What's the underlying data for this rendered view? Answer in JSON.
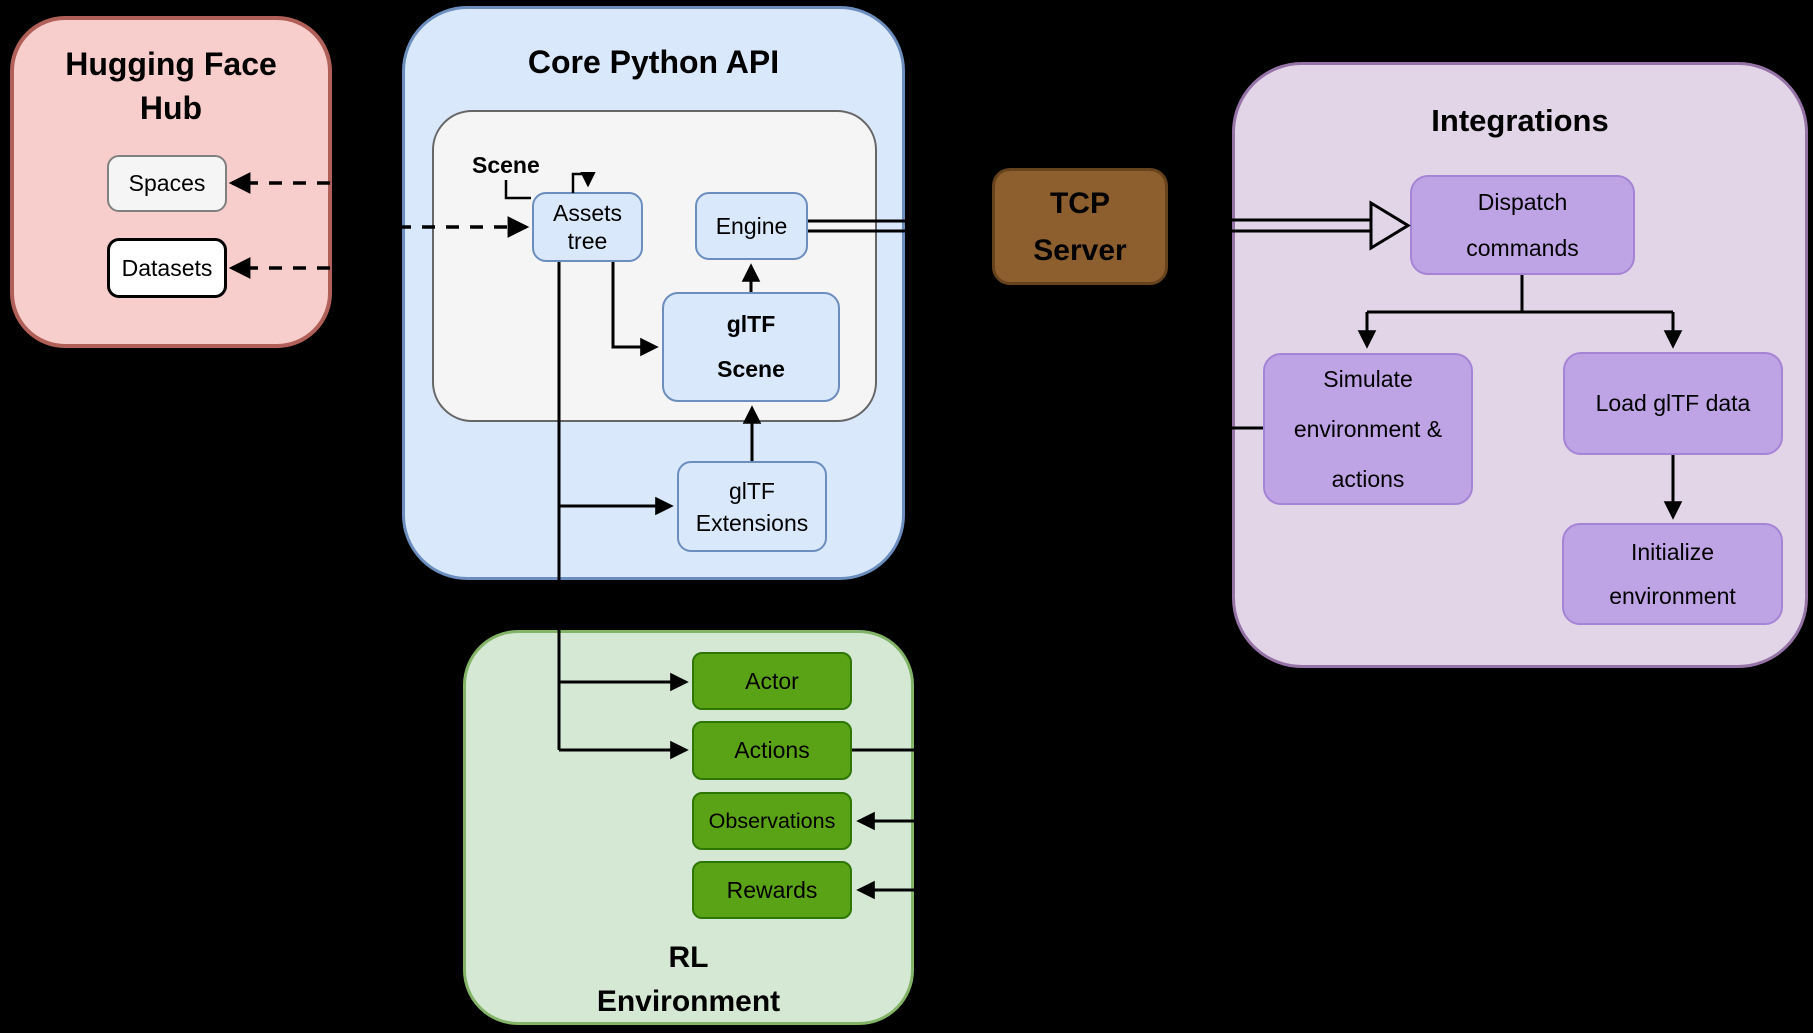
{
  "hugging_face_hub": {
    "title": "Hugging Face\nHub",
    "spaces_label": "Spaces",
    "datasets_label": "Datasets"
  },
  "core_python_api": {
    "title": "Core Python API",
    "scene_label": "Scene",
    "assets_tree_label": "Assets\ntree",
    "engine_label": "Engine",
    "gltf_scene_label": "glTF\nScene",
    "gltf_extensions_label": "glTF\nExtensions"
  },
  "tcp_server": {
    "title": "TCP\nServer"
  },
  "integrations": {
    "title": "Integrations",
    "dispatch_label": "Dispatch\ncommands",
    "simulate_label": "Simulate\nenvironment &\nactions",
    "load_gltf_label": "Load glTF data",
    "initialize_label": "Initialize\nenvironment"
  },
  "rl_environment": {
    "title": "RL\nEnvironment",
    "actor_label": "Actor",
    "actions_label": "Actions",
    "observations_label": "Observations",
    "rewards_label": "Rewards"
  },
  "colors": {
    "background": "#000000",
    "hub_fill": "#f8cecc",
    "hub_border": "#b06058",
    "core_fill": "#dae8fc",
    "core_border": "#6c8ebf",
    "scene_fill": "#f5f5f5",
    "scene_border": "#666666",
    "tcp_fill": "#8d5e2e",
    "tcp_border": "#67431d",
    "integrations_fill": "#e1d5e7",
    "integrations_border": "#9673a6",
    "purple_node_fill": "#bea3e5",
    "purple_node_border": "#a584d6",
    "rl_fill": "#d5e8d4",
    "rl_border": "#82b366",
    "green_node_fill": "#5aa317",
    "green_node_border": "#2d7600",
    "connector": "#000000"
  }
}
